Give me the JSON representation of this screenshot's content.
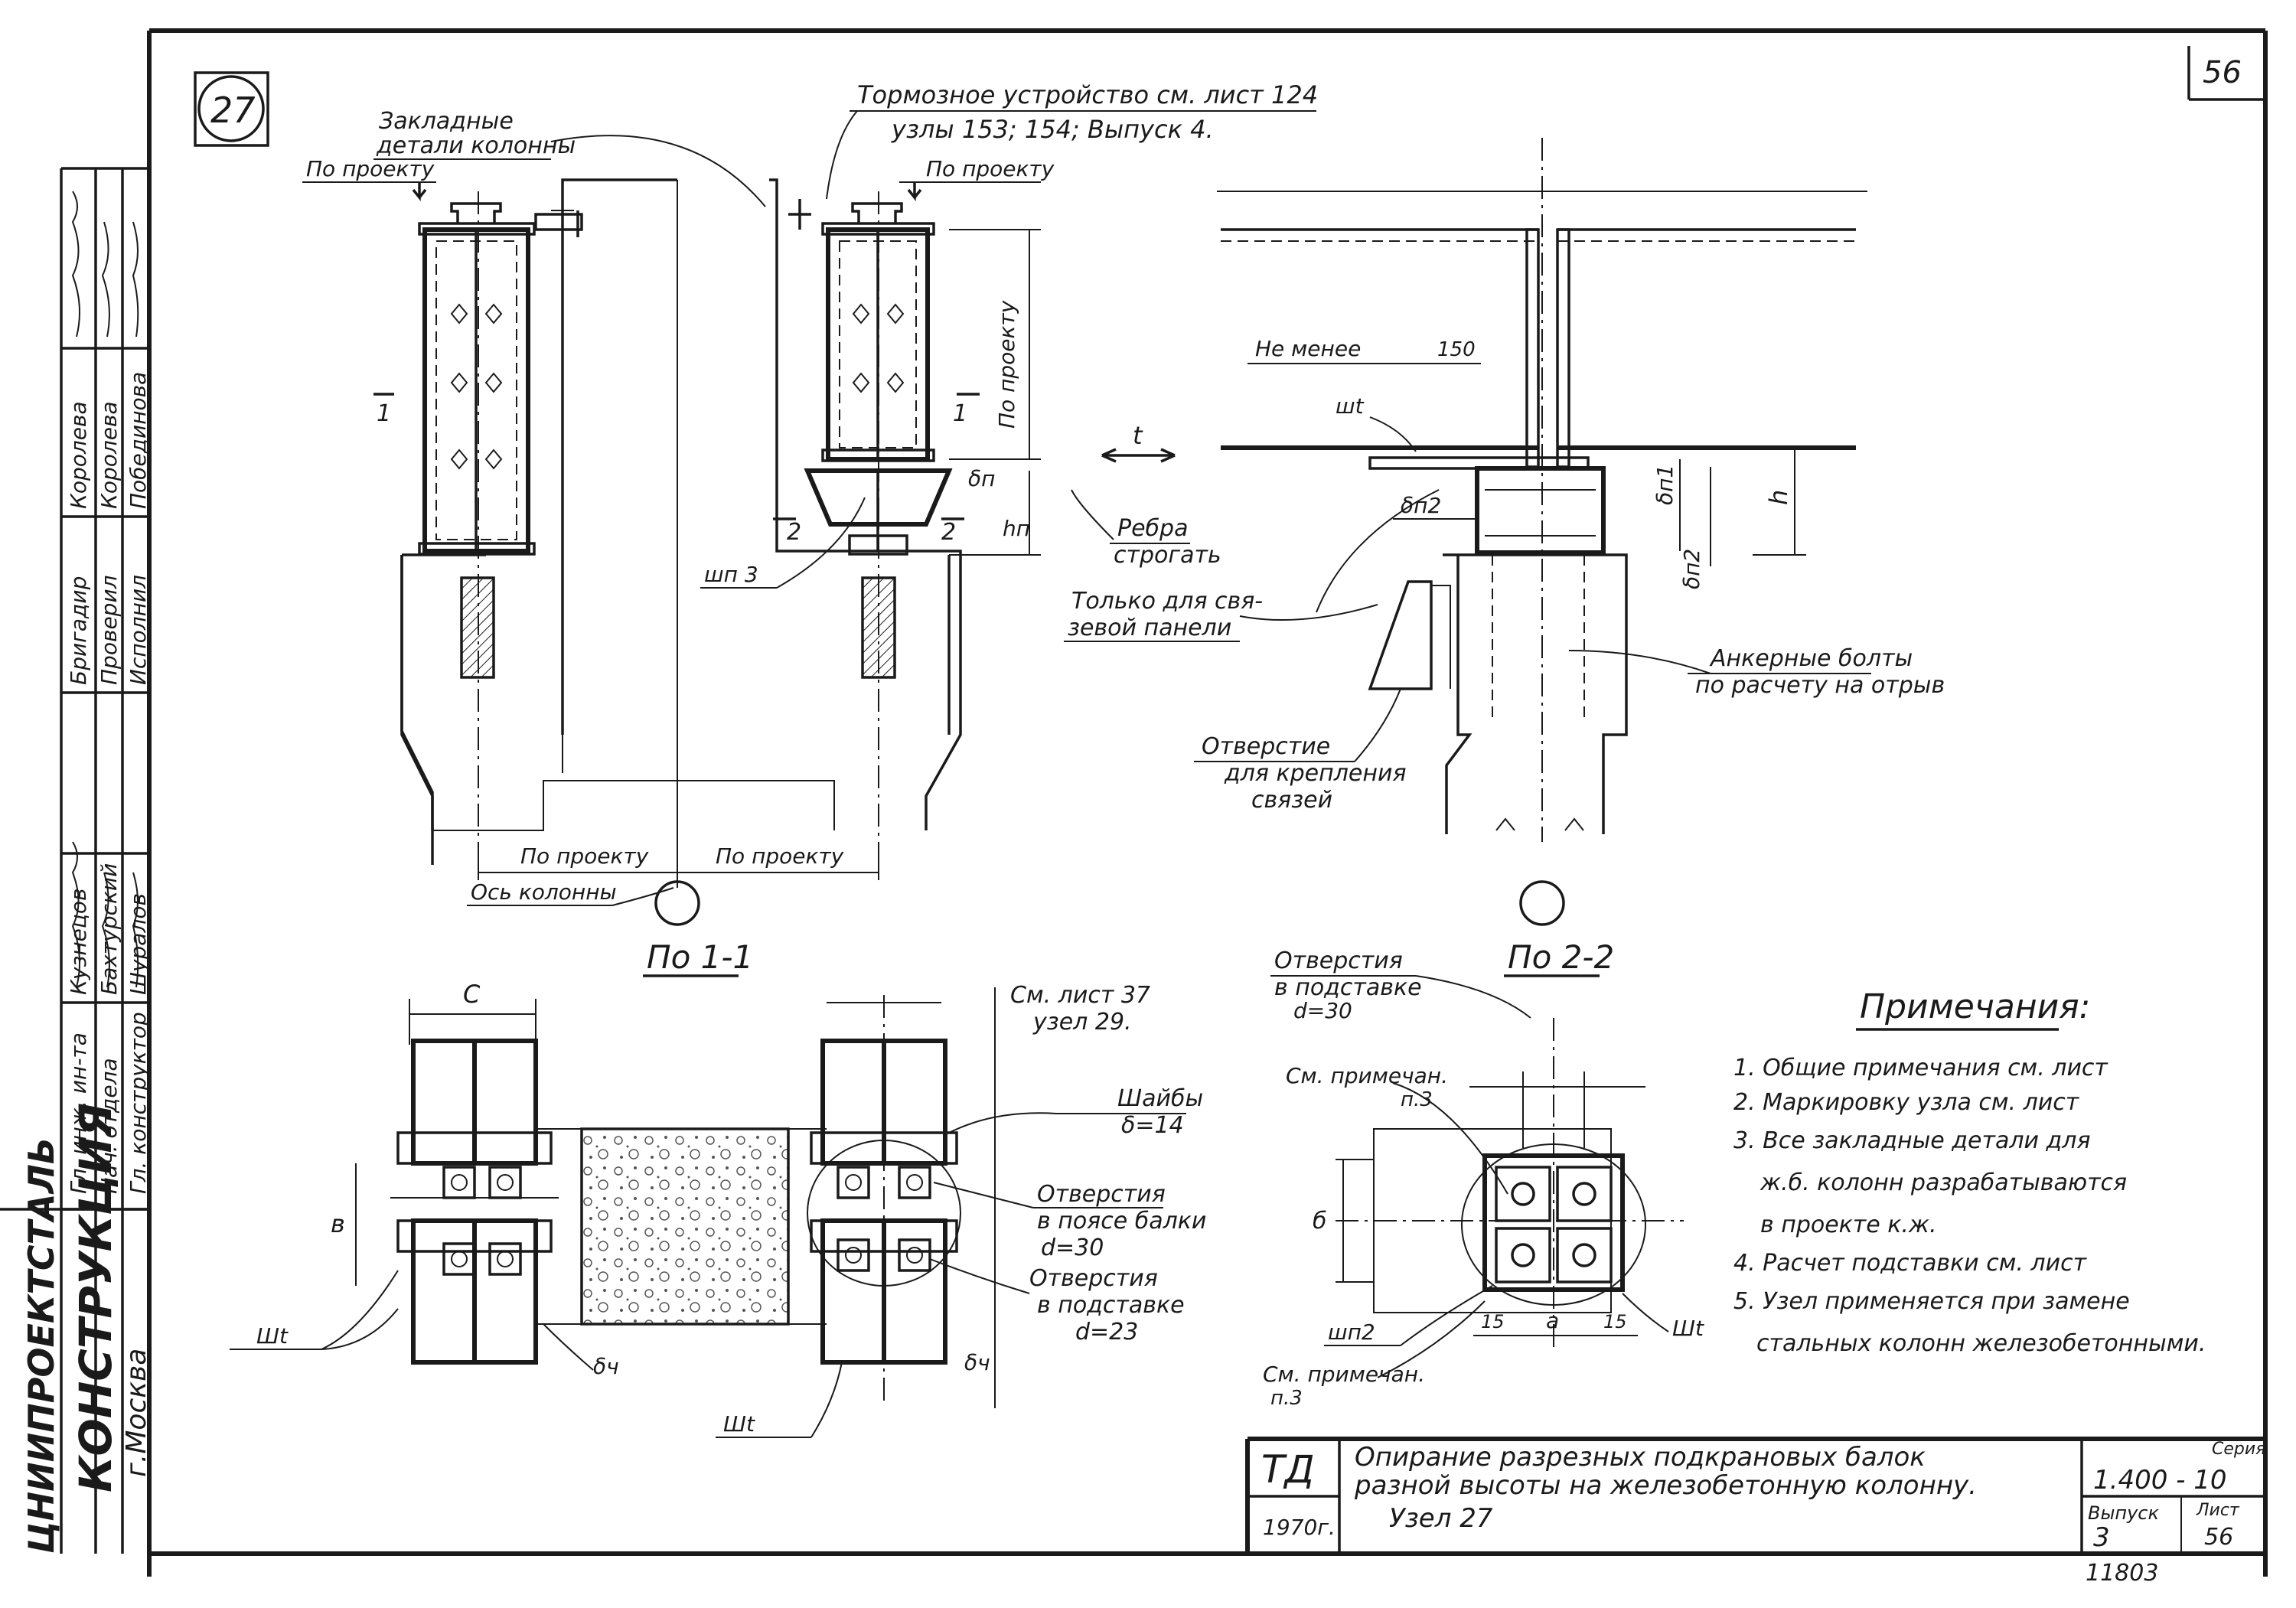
{
  "sheet": {
    "node_number": "27",
    "page_number": "56",
    "inventory_number": "11803"
  },
  "stamp": {
    "org_line1": "ЦНИИПРОЕКТСТАЛЬ",
    "org_line2": "КОНСТРУКЦИЯ",
    "org_city": "г.Москва",
    "roles": [
      "Гл. инж. ин-та",
      "Нач. отдела",
      "Гл. конструктор",
      "Бригадир",
      "Проверил",
      "Исполнил"
    ],
    "names": [
      "Кузнецов",
      "Бахтурский",
      "Шуралов",
      "Королева",
      "Королева",
      "Побединова"
    ],
    "signatures": [
      "",
      "",
      "",
      "",
      "",
      ""
    ]
  },
  "title_block": {
    "td_label": "ТД",
    "year": "1970г.",
    "title_line1": "Опирание   разрезных   подкрановых   балок",
    "title_line2": "разной  высоты  на  железобетонную  колонну.",
    "title_line3": "Узел 27",
    "series_label": "Серия",
    "series_value": "1.400 - 10",
    "issue_label": "Выпуск",
    "issue_value": "3",
    "sheet_label": "Лист",
    "sheet_value": "56"
  },
  "callouts": {
    "brake_device": "Тормозное устройство см. лист 124",
    "nodes_ref": "узлы 153; 154; Выпуск 4.",
    "embedded": "Закладные",
    "embedded2": "детали колонны",
    "per_project_1": "По проекту",
    "per_project_2": "По проекту",
    "per_project_v": "По проекту",
    "per_project_b1": "По проекту",
    "per_project_b2": "По проекту",
    "column_axis": "Ось колонны",
    "section_1_left": "1",
    "section_1_right": "1",
    "section_2_left": "2",
    "section_2_right": "2",
    "delta_p": "δп",
    "h_p": "hп",
    "rib": "Ребра",
    "rib2": "строгать",
    "weld_sh3": "шп 3",
    "t_arrow": "t",
    "not_less": "Не менее",
    "dim_150": "150",
    "sht": "шt",
    "delta_p2": "δп2",
    "delta_p1": "δп1",
    "h_label": "h",
    "only_link": "Только для свя-",
    "only_link2": "зевой   панели",
    "anchor_bolts": "Анкерные  болты",
    "anchor_bolts2": "по расчету на отрыв",
    "hole": "Отверстие",
    "hole2": "для крепления",
    "hole3": "связей",
    "view_1_1": "По 1-1",
    "view_2_2": "По 2-2",
    "c_label": "С",
    "b_label": "в",
    "sheet37": "См. лист 37",
    "node29": "узел 29.",
    "washers": "Шайбы",
    "delta14": "δ=14",
    "holes_flange": "Отверстия",
    "holes_flange2": "в поясе балки",
    "d30a": "d=30",
    "holes_pad": "Отверстия",
    "holes_pad2": "в подставке",
    "d23": "d=23",
    "sht_left": "Шt",
    "delta_ch": "δч",
    "sht_bottom": "Шt",
    "delta_ch2": "δч",
    "holes_pad_top": "Отверстия",
    "holes_pad_top2": "в подставке",
    "d30b": "d=30",
    "see_note": "См. примечан.",
    "see_note_p3": "п.3",
    "see_note_b": "См. примечан.",
    "see_note_b_p3": "п.3",
    "b_small": "б",
    "shp2": "шп2",
    "dim15a": "15",
    "dim_a": "а",
    "dim15b": "15",
    "sht_r": "Шt"
  },
  "notes": {
    "heading": "Примечания:",
    "items": [
      "1. Общие   примечания  см.  лист",
      "2. Маркировку  узла  см.  лист",
      "3. Все  закладные  детали  для",
      "ж.б. колонн  разрабатываются",
      "в  проекте  к.ж.",
      "4. Расчет  подставки  см.  лист",
      "5. Узел  применяется  при  замене",
      "стальных  колонн  железобетонными."
    ]
  }
}
